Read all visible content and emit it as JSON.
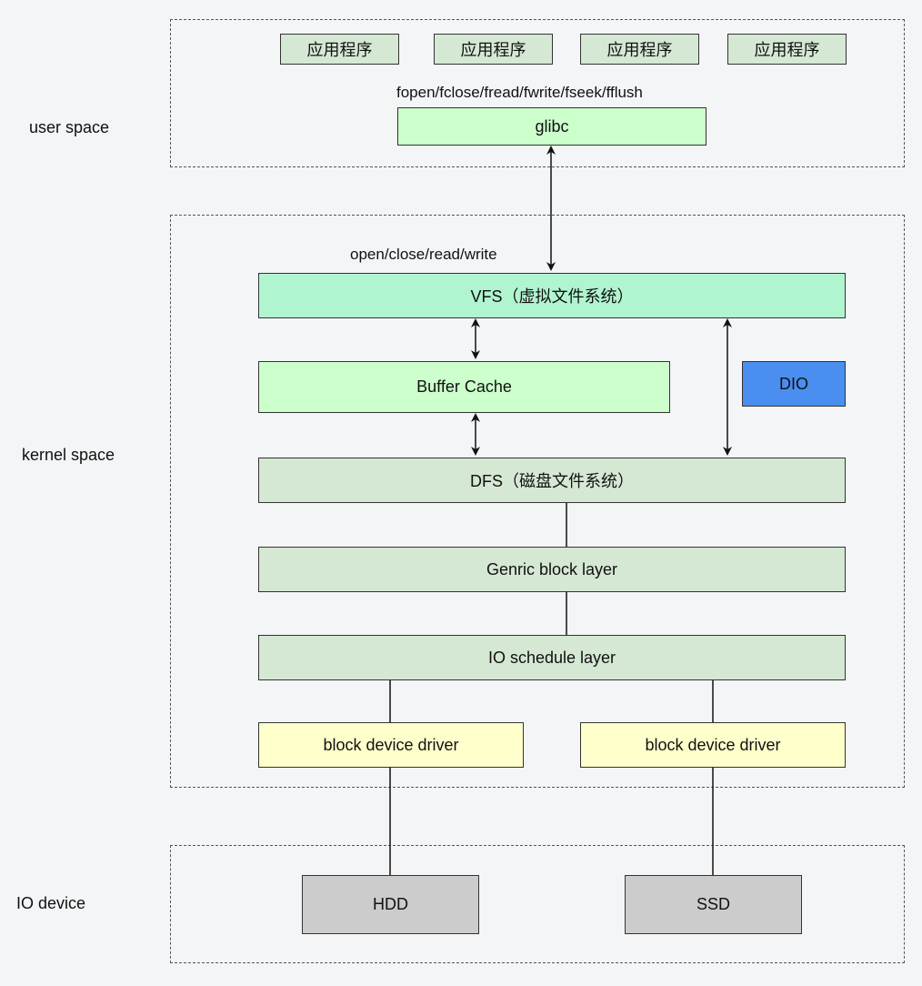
{
  "regions": {
    "user_space_label": "user space",
    "kernel_space_label": "kernel space",
    "io_device_label": "IO device"
  },
  "user_space": {
    "apps": [
      "应用程序",
      "应用程序",
      "应用程序",
      "应用程序"
    ],
    "libc_calls": "fopen/fclose/fread/fwrite/fseek/fflush",
    "glibc": "glibc"
  },
  "kernel_space": {
    "syscalls": "open/close/read/write",
    "vfs": "VFS（虚拟文件系统）",
    "buffer_cache": "Buffer Cache",
    "dio": "DIO",
    "dfs": "DFS（磁盘文件系统）",
    "generic_block_layer": "Genric block layer",
    "io_schedule_layer": "IO schedule  layer",
    "drivers": [
      "block device driver",
      "block device driver"
    ]
  },
  "io_device": {
    "devices": [
      "HDD",
      "SSD"
    ]
  },
  "colors": {
    "app": "#d5e8d4",
    "glibc": "#ccffcc",
    "vfs": "#b0f5d0",
    "buffer_cache": "#ccffcc",
    "dio": "#4a8fef",
    "layer": "#d5e8d4",
    "driver": "#ffffcc",
    "device": "#cccccc"
  }
}
